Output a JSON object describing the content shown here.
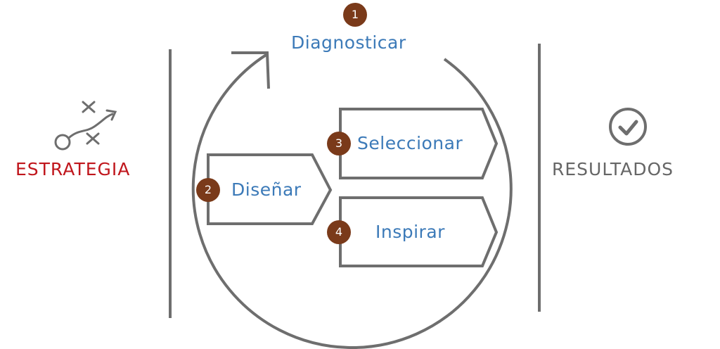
{
  "left": {
    "label": "ESTRATEGIA",
    "color": "#c0161c",
    "icon": "strategy-play-icon"
  },
  "right": {
    "label": "RESULTADOS",
    "color": "#666666",
    "icon": "check-circle-icon"
  },
  "steps": [
    {
      "number": "1",
      "label": "Diagnosticar"
    },
    {
      "number": "2",
      "label": "Diseñar"
    },
    {
      "number": "3",
      "label": "Seleccionar"
    },
    {
      "number": "4",
      "label": "Inspirar"
    }
  ],
  "colors": {
    "step_text": "#3c7ab8",
    "badge": "#7a3a1a",
    "lines": "#6e6e6e"
  }
}
